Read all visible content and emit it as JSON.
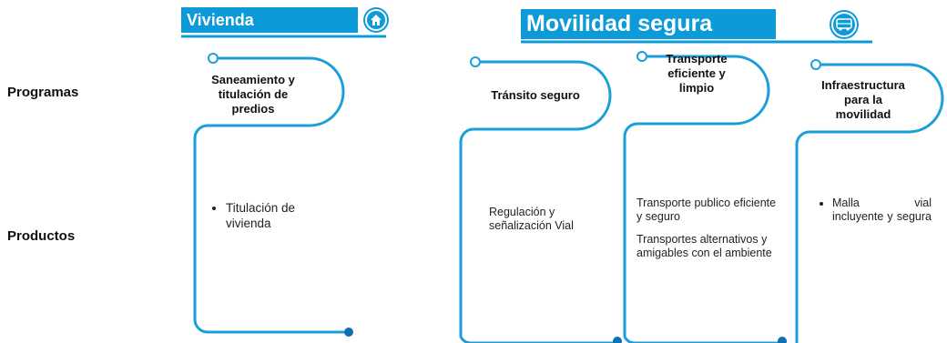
{
  "rows": {
    "programas": "Programas",
    "productos": "Productos"
  },
  "banners": {
    "vivienda": {
      "label": "Vivienda",
      "icon": "house-icon"
    },
    "movilidad": {
      "label": "Movilidad segura",
      "icon": "bus-icon"
    }
  },
  "programs": [
    {
      "title": "Saneamiento y titulación de predios",
      "products": [
        "Titulación de vivienda"
      ],
      "bulleted": true
    },
    {
      "title": "Tránsito seguro",
      "products": [
        "Regulación y señalización Vial"
      ],
      "bulleted": false
    },
    {
      "title": "Transporte eficiente y limpio",
      "products": [
        "Transporte publico eficiente y seguro",
        "Transportes alternativos y amigables con el ambiente"
      ],
      "bulleted": false
    },
    {
      "title": "Infraestructura para la movilidad",
      "products": [
        "Malla vial incluyente y segura"
      ],
      "bulleted": true
    }
  ],
  "colors": {
    "accent": "#0d9ad8",
    "text": "#111111"
  }
}
